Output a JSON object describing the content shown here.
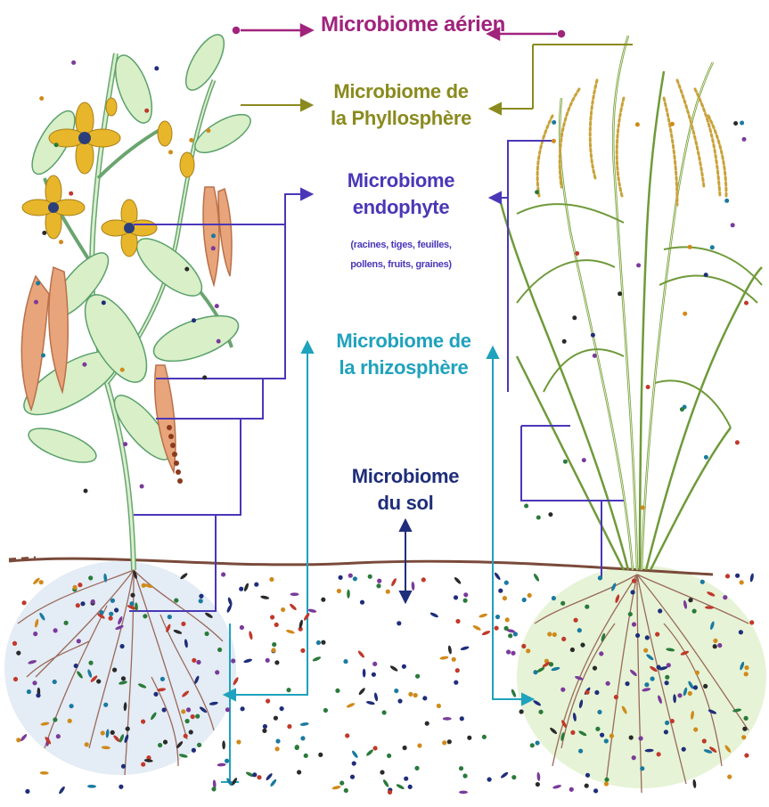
{
  "labels": {
    "aerien": "Microbiome aérien",
    "phyllosphere": [
      "Microbiome de",
      "la Phyllosphère"
    ],
    "endophyte": [
      "Microbiome",
      "endophyte"
    ],
    "endophyte_detail": [
      "(racines, tiges, feuilles,",
      "pollens, fruits, graines)"
    ],
    "rhizosphere": [
      "Microbiome de",
      "la rhizosphère"
    ],
    "sol": [
      "Microbiome",
      "du sol"
    ]
  },
  "colors": {
    "aerien": "#a0237d",
    "phyllosphere": "#8a8a1e",
    "endophyte": "#4a37b8",
    "rhizosphere": "#1fa2bd",
    "sol": "#1f2e7a",
    "soil_line": "#7a4a3a",
    "leaf_fill": "#d8efc8",
    "leaf_edge": "#5aa06a",
    "grass_edge": "#6f9a3a"
  }
}
